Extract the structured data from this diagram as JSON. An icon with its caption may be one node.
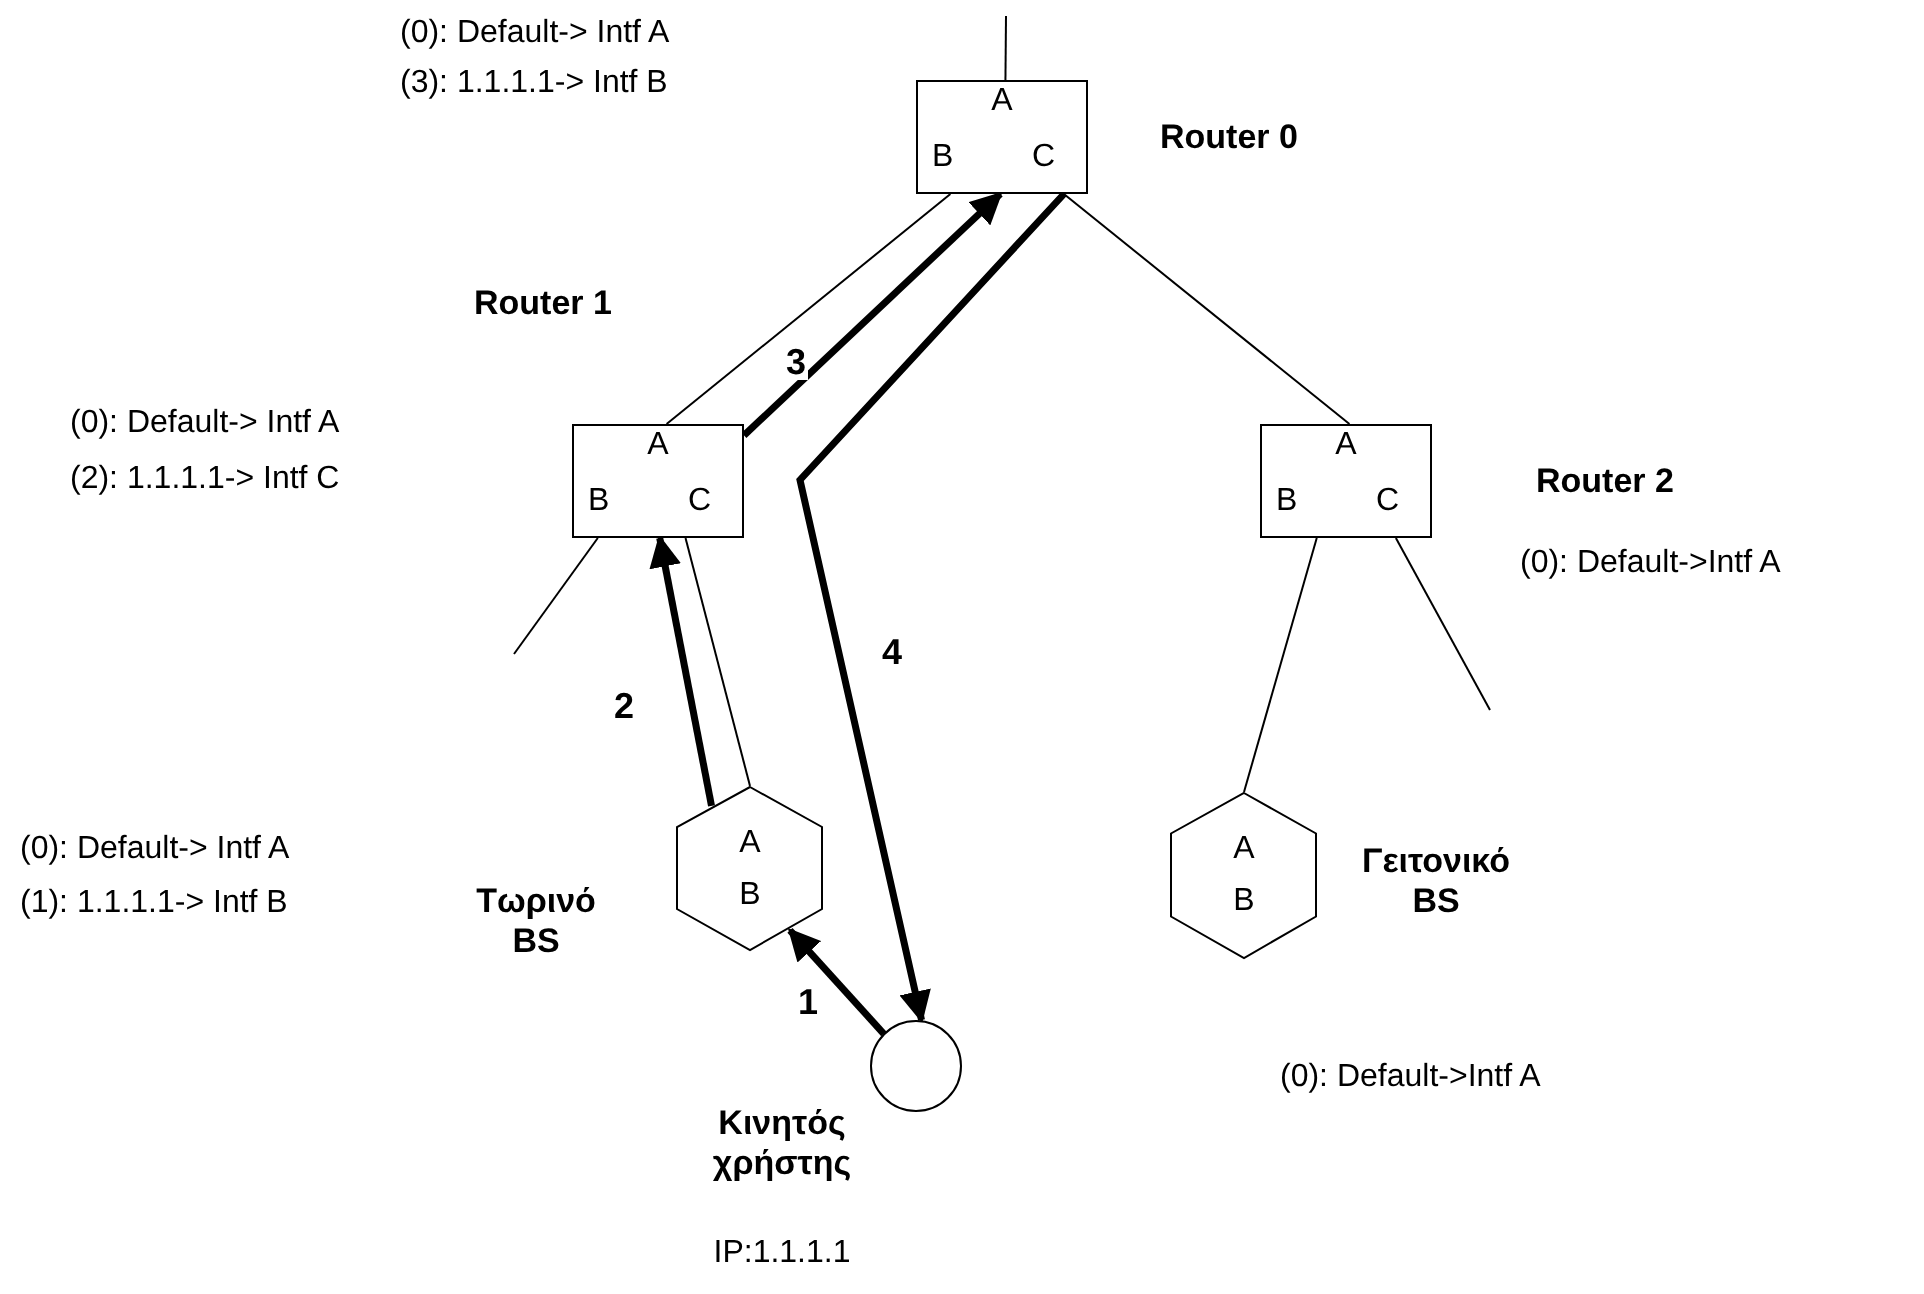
{
  "diagram": {
    "nodes": [
      {
        "text": [
          "A",
          "B",
          "C"
        ],
        "beside": [
          "Router 0",
          "(0): Default-> Intf A",
          "(3): 1.1.1.1-> Intf B"
        ]
      },
      {
        "text": [
          "A",
          "B",
          "C"
        ],
        "beside": [
          "Router 1",
          "(0): Default-> Intf A",
          "(2): 1.1.1.1-> Intf C"
        ]
      },
      {
        "text": [
          "A",
          "B",
          "C"
        ],
        "beside": [
          "Router 2",
          "(0): Default->Intf A"
        ]
      },
      {
        "text": [
          "A",
          "B"
        ],
        "beside": [
          "Τωρινό BS",
          "(0): Default-> Intf A",
          "(1): 1.1.1.1-> Intf B"
        ]
      },
      {
        "text": [
          "A",
          "B"
        ],
        "beside": [
          "Γειτονικό BS",
          "(0): Default->Intf A"
        ]
      },
      {
        "text": [],
        "shape": "circle",
        "beside": [
          "Κινητός χρήστης",
          "IP:1.1.1.1"
        ]
      }
    ],
    "edges": [
      {
        "from": null,
        "to": 0,
        "arrow": "none"
      },
      {
        "from": 0,
        "to": 1,
        "arrow": "none"
      },
      {
        "from": 0,
        "to": 2,
        "arrow": "none"
      },
      {
        "from": 1,
        "to": null,
        "arrow": "none"
      },
      {
        "from": 1,
        "to": 3,
        "arrow": "none"
      },
      {
        "from": 2,
        "to": 4,
        "arrow": "none"
      },
      {
        "from": 2,
        "to": null,
        "arrow": "none"
      },
      {
        "from": 5,
        "to": 3,
        "arrow": "to",
        "label": "1",
        "style": "thick"
      },
      {
        "from": 3,
        "to": 1,
        "arrow": "to",
        "label": "2",
        "style": "thick"
      },
      {
        "from": 1,
        "to": 0,
        "arrow": "to",
        "label": "3",
        "style": "thick"
      },
      {
        "from": 0,
        "to": 5,
        "arrow": "to",
        "label": "4",
        "style": "thick"
      }
    ]
  }
}
